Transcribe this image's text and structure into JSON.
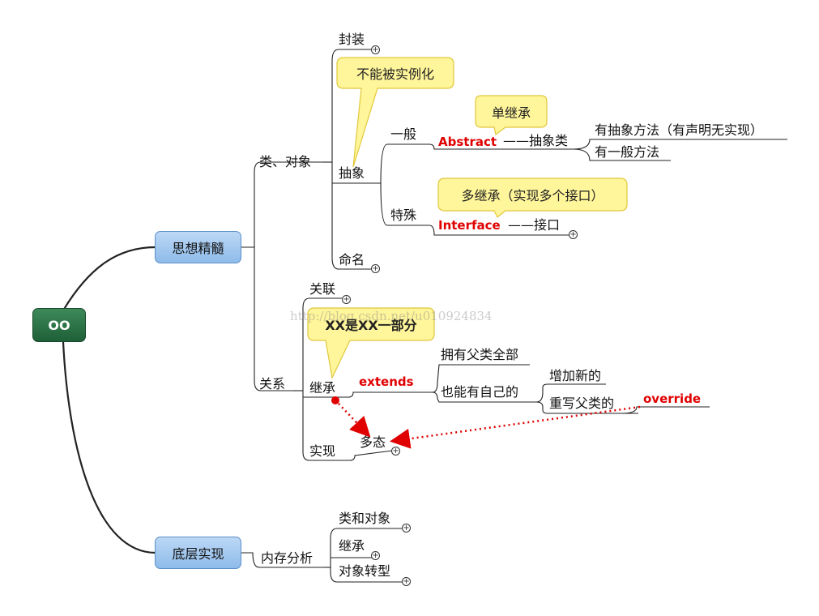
{
  "root": "OO",
  "branches": {
    "sixiang": "思想精髓",
    "diceng": "底层实现"
  },
  "sixiang": {
    "lei_duixiang": "类、对象",
    "guanxi": "关系",
    "fengzhuang": "封装",
    "chouxiang": "抽象",
    "mingming": "命名",
    "yiban": "一般",
    "teshu": "特殊",
    "abstract_kw": "Abstract",
    "chouxianglei": "——抽象类",
    "you_chouxiang": "有抽象方法（有声明无实现）",
    "you_yiban": "有一般方法",
    "interface_kw": "Interface",
    "jiekou": "——接口",
    "guanlian": "关联",
    "jicheng": "继承",
    "shixian": "实现",
    "extends_kw": "extends",
    "yongyou": "拥有父类全部",
    "yeneng": "也能有自己的",
    "zengjia": "增加新的",
    "chongxie": "重写父类的",
    "override_kw": "override",
    "duotai": "多态"
  },
  "callouts": {
    "bunengshili": "不能被实例化",
    "danjicheng": "单继承",
    "duojicheng": "多继承（实现多个接口）",
    "xxshixx": "XX是XX一部分"
  },
  "diceng": {
    "neicun": "内存分析",
    "leiheduixiang": "类和对象",
    "jicheng": "继承",
    "zhuanxing": "对象转型"
  },
  "watermark": "http://blog.csdn.net/u010924834",
  "colors": {
    "keyword": "#e00000",
    "callout_fill": "#fff59a",
    "callout_border": "#e0c83c",
    "branch_fill": "#9cc6f0",
    "root_fill": "#2e7248"
  }
}
